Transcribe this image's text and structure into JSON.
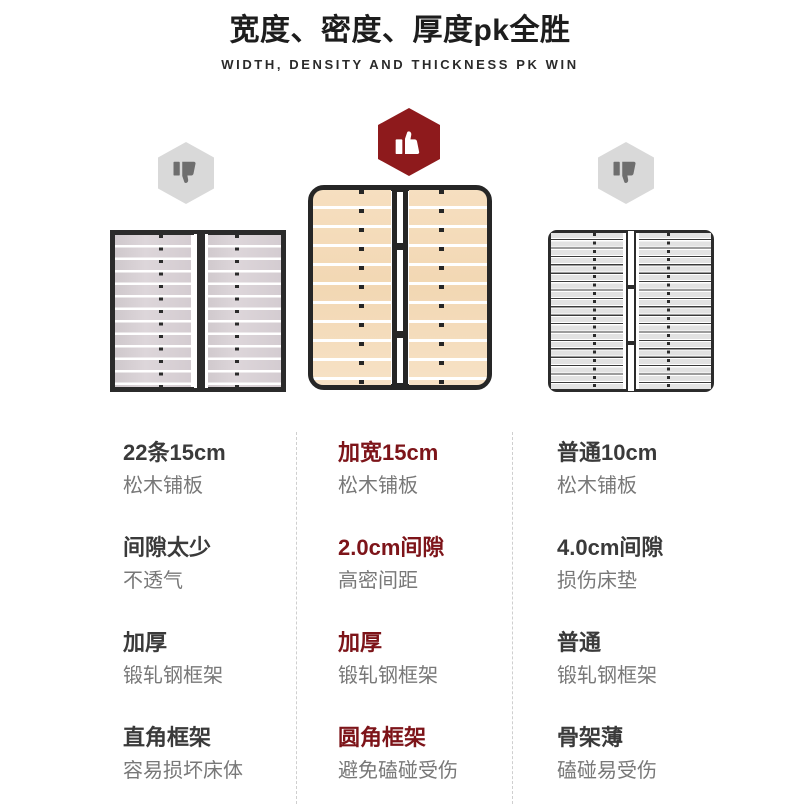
{
  "header": {
    "title_cn": "宽度、密度、厚度pk全胜",
    "title_en": "WIDTH, DENSITY AND THICKNESS PK WIN"
  },
  "badges": {
    "left": {
      "icon": "thumbs-down-icon",
      "verdict": "bad",
      "hex_color": "#d9d9d9",
      "glyph_color": "#6e6e6e"
    },
    "middle": {
      "icon": "thumbs-up-icon",
      "verdict": "good",
      "hex_color": "#8e1a1c",
      "glyph_color": "#ffffff"
    },
    "right": {
      "icon": "thumbs-down-icon",
      "verdict": "bad",
      "hex_color": "#d9d9d9",
      "glyph_color": "#6e6e6e"
    }
  },
  "products": {
    "left": {
      "name": "competitor-a-bed-frame",
      "slat_color": "#d4ccd1",
      "frame_color": "#2b2b2b",
      "corners": "square"
    },
    "middle": {
      "name": "our-bed-frame",
      "slat_color": "#f2d7b3",
      "frame_color": "#262626",
      "corners": "rounded"
    },
    "right": {
      "name": "competitor-b-bed-frame",
      "slat_color": "#e2e2e2",
      "frame_color": "#2b2b2b",
      "corners": "rounded"
    }
  },
  "colors": {
    "highlight": "#7d1419",
    "main_text": "#3a3a3a",
    "sub_text": "#787878",
    "divider": "#cfcfcf",
    "background": "#ffffff"
  },
  "comparison": {
    "rows": [
      {
        "feature": "slat-width",
        "left": {
          "main": "22条15cm",
          "sub": "松木铺板",
          "highlight": false
        },
        "middle": {
          "main": "加宽15cm",
          "sub": "松木铺板",
          "highlight": true
        },
        "right": {
          "main": "普通10cm",
          "sub": "松木铺板",
          "highlight": false
        }
      },
      {
        "feature": "slat-gap",
        "left": {
          "main": "间隙太少",
          "sub": "不透气",
          "highlight": false
        },
        "middle": {
          "main": "2.0cm间隙",
          "sub": "高密间距",
          "highlight": true
        },
        "right": {
          "main": "4.0cm间隙",
          "sub": "损伤床垫",
          "highlight": false
        }
      },
      {
        "feature": "frame-thickness",
        "left": {
          "main": "加厚",
          "sub": "锻轧钢框架",
          "highlight": false
        },
        "middle": {
          "main": "加厚",
          "sub": "锻轧钢框架",
          "highlight": true
        },
        "right": {
          "main": "普通",
          "sub": "锻轧钢框架",
          "highlight": false
        }
      },
      {
        "feature": "frame-corner",
        "left": {
          "main": "直角框架",
          "sub": "容易损坏床体",
          "highlight": false
        },
        "middle": {
          "main": "圆角框架",
          "sub": "避免磕碰受伤",
          "highlight": true
        },
        "right": {
          "main": "骨架薄",
          "sub": "磕碰易受伤",
          "highlight": false
        }
      }
    ]
  }
}
